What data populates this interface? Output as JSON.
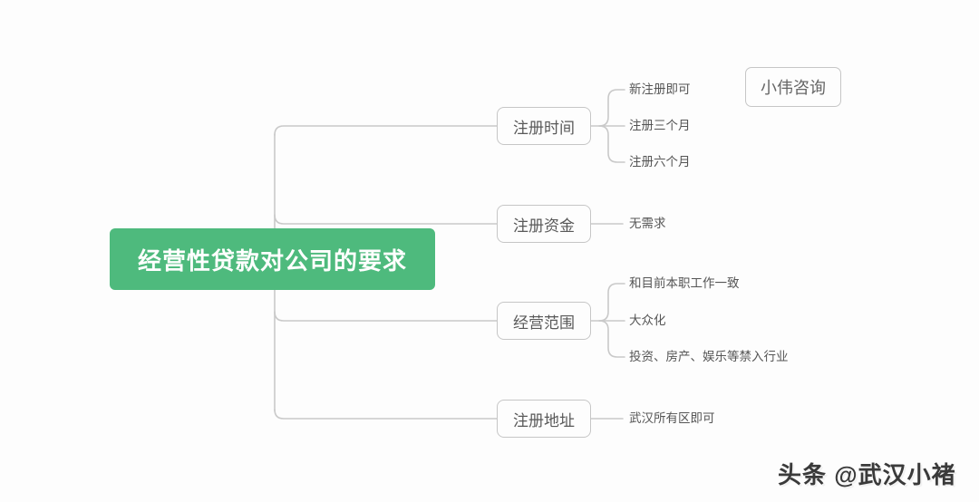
{
  "root": {
    "label": "经营性贷款对公司的要求",
    "fill_color": "#4eba7d",
    "text_color": "#ffffff"
  },
  "floating_topic": {
    "label": "小伟咨询"
  },
  "branches": [
    {
      "label": "注册时间",
      "children": [
        "新注册即可",
        "注册三个月",
        "注册六个月"
      ]
    },
    {
      "label": "注册资金",
      "children": [
        "无需求"
      ]
    },
    {
      "label": "经营范围",
      "children": [
        "和目前本职工作一致",
        "大众化",
        "投资、房产、娱乐等禁入行业"
      ]
    },
    {
      "label": "注册地址",
      "children": [
        "武汉所有区即可"
      ]
    }
  ],
  "watermark": {
    "label": "头条 @武汉小褚"
  },
  "colors": {
    "line": "#c9c9c9",
    "node_border": "#c6c6c6",
    "branch_text": "#595959",
    "child_text": "#555555"
  }
}
